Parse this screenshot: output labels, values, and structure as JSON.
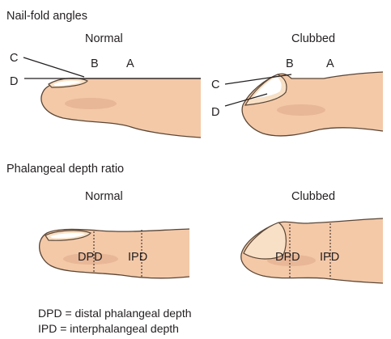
{
  "titles": {
    "nail_fold_angles": "Nail-fold angles",
    "phalangeal_depth_ratio": "Phalangeal depth ratio"
  },
  "headings": {
    "normal_top": "Normal",
    "clubbed_top": "Clubbed",
    "normal_bottom": "Normal",
    "clubbed_bottom": "Clubbed"
  },
  "labels": {
    "normal": {
      "a": "A",
      "b": "B",
      "c": "C",
      "d": "D"
    },
    "clubbed": {
      "a": "A",
      "b": "B",
      "c": "C",
      "d": "D"
    },
    "dpd": "DPD",
    "ipd": "IPD"
  },
  "legend": {
    "dpd": "DPD = distal phalangeal depth",
    "ipd": "IPD = interphalangeal depth"
  },
  "colors": {
    "skin": "#f4c9a8",
    "skin_shade": "#dfa888",
    "outline": "#5a4636",
    "nail": "#f7e0c6",
    "text": "#231f20"
  }
}
